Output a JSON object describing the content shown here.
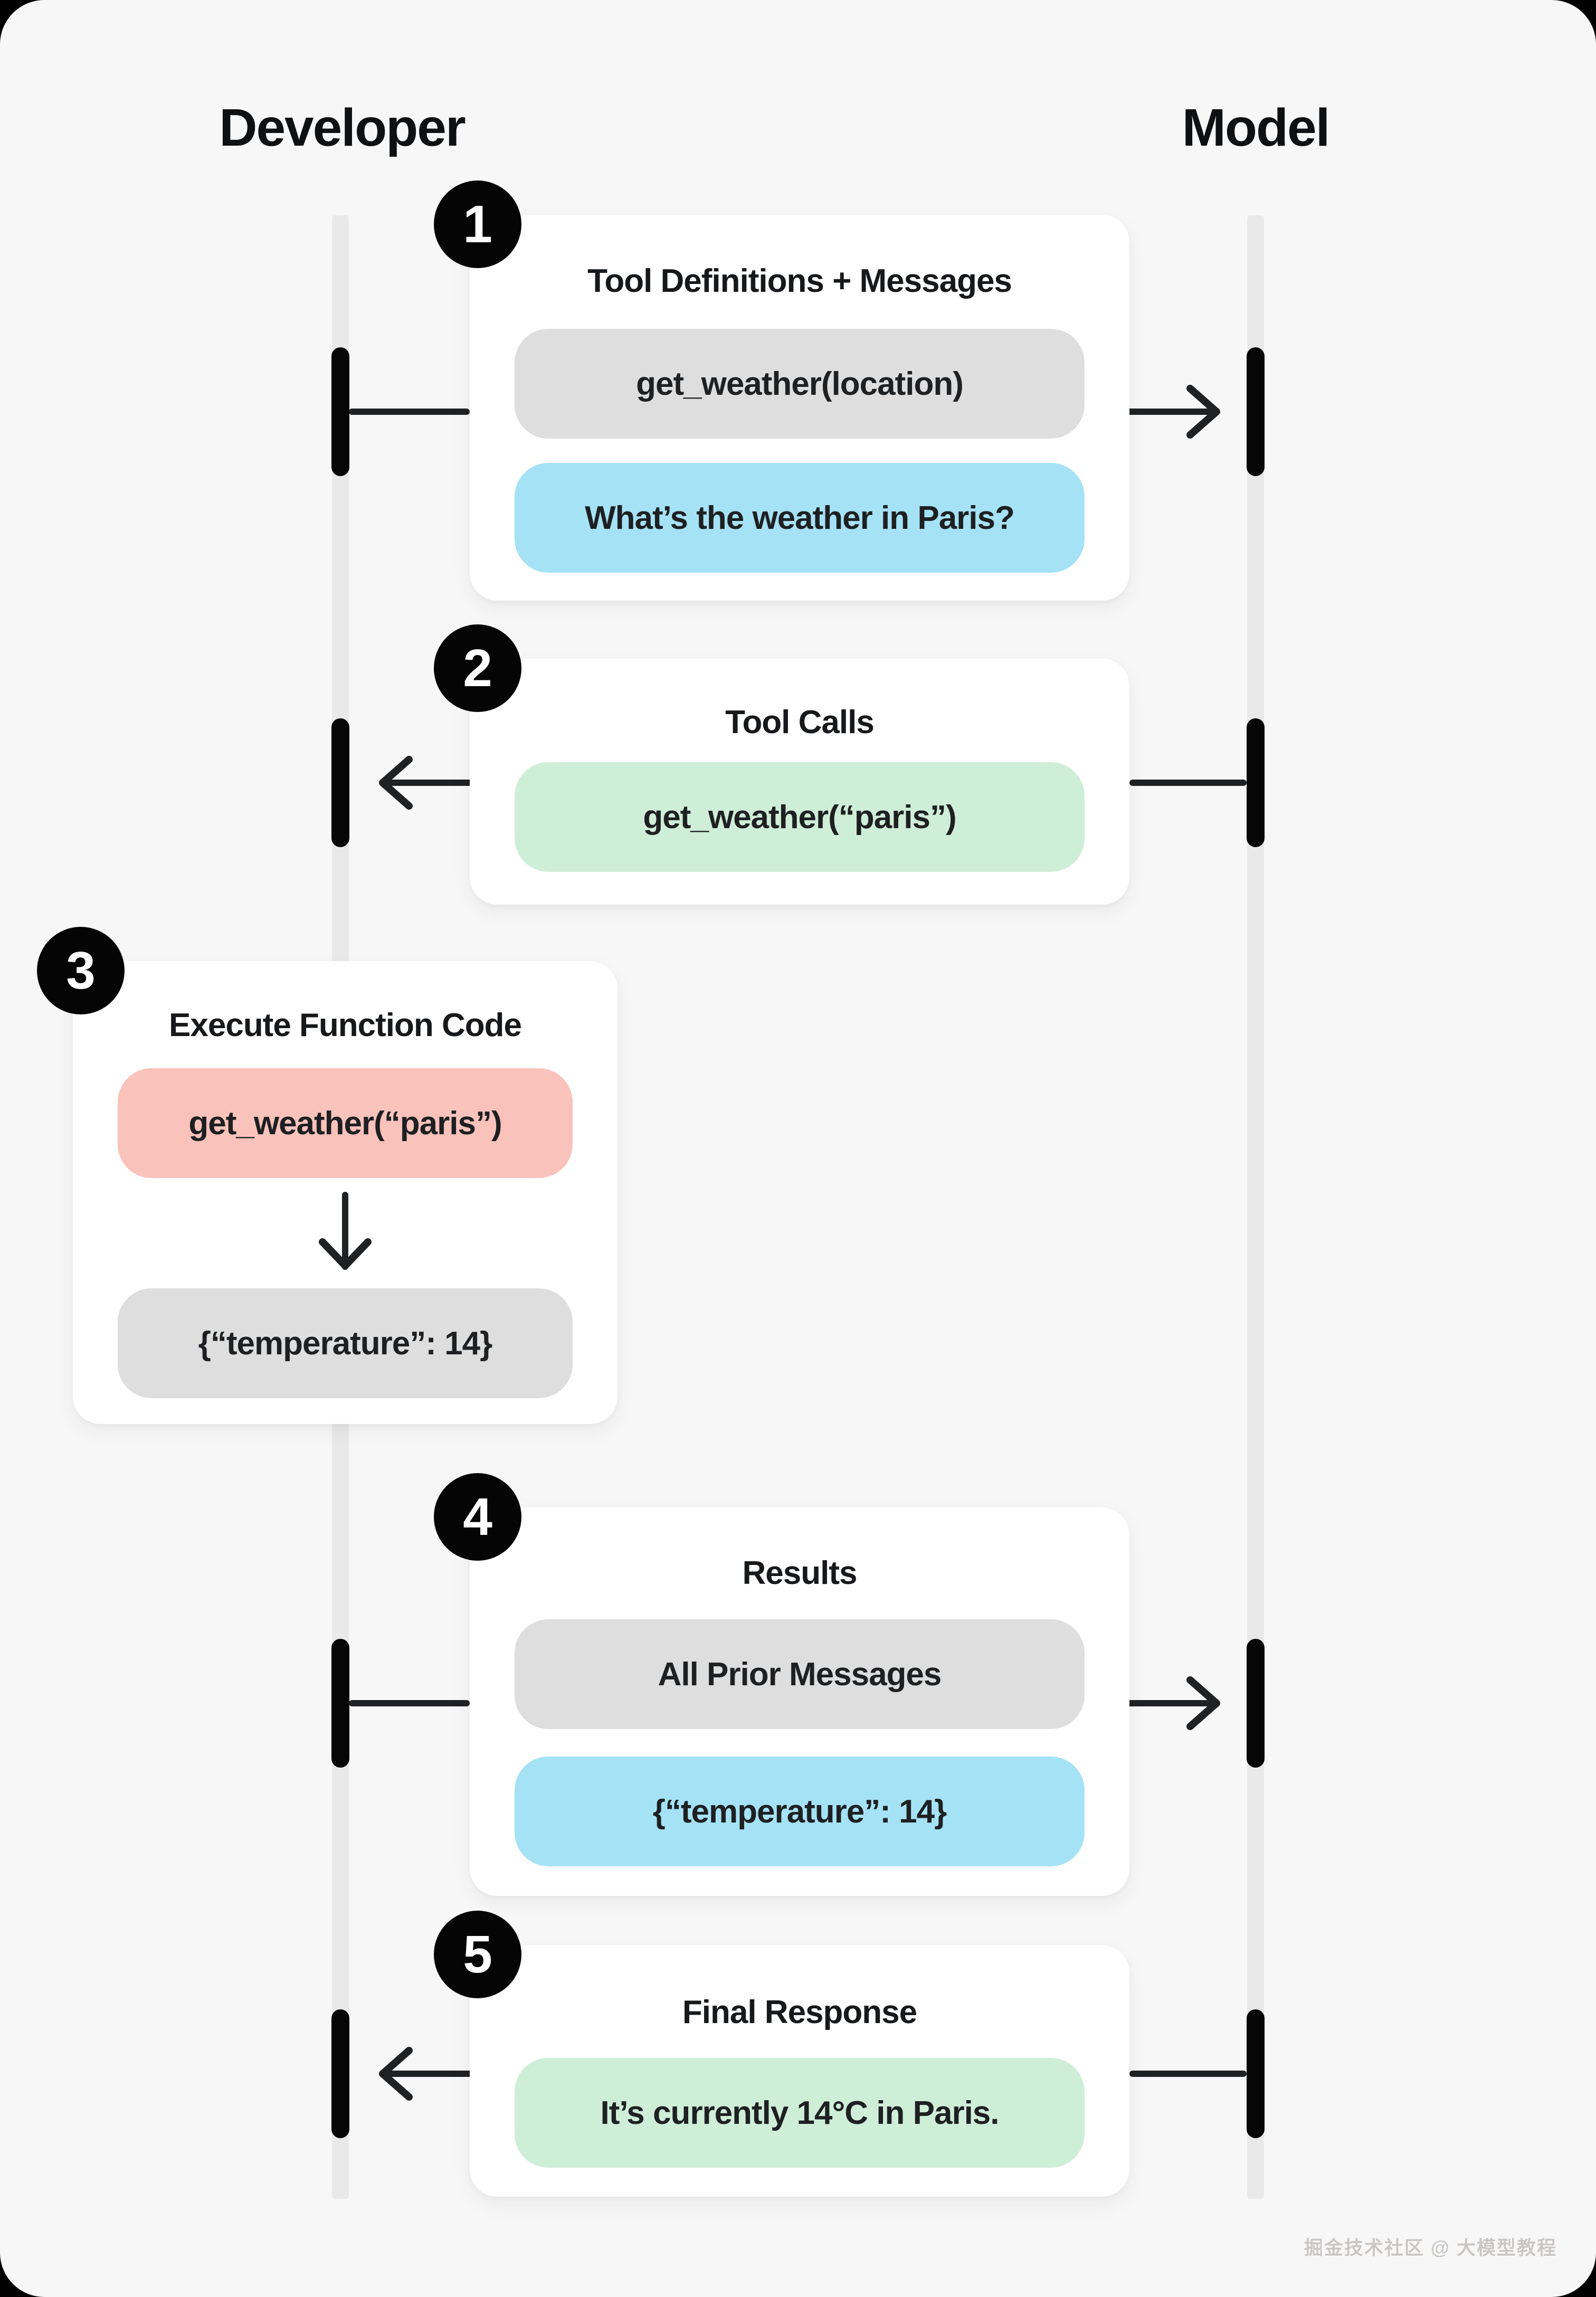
{
  "diagram": {
    "actors": [
      {
        "id": "developer",
        "label": "Developer"
      },
      {
        "id": "model",
        "label": "Model"
      }
    ],
    "steps": [
      {
        "num": "1",
        "title": "Tool Definitions + Messages",
        "direction": "developer-to-model",
        "pills": [
          {
            "kind": "tool-definition",
            "color": "gray",
            "text": "get_weather(location)"
          },
          {
            "kind": "user-message",
            "color": "blue",
            "text": "What’s the weather in Paris?"
          }
        ]
      },
      {
        "num": "2",
        "title": "Tool Calls",
        "direction": "model-to-developer",
        "pills": [
          {
            "kind": "tool-call",
            "color": "green",
            "text": "get_weather(“paris”)"
          }
        ]
      },
      {
        "num": "3",
        "title": "Execute Function Code",
        "direction": "developer-internal",
        "pills": [
          {
            "kind": "function-invocation",
            "color": "red",
            "text": "get_weather(“paris”)"
          },
          {
            "kind": "function-result",
            "color": "gray",
            "text": "{“temperature”: 14}"
          }
        ]
      },
      {
        "num": "4",
        "title": "Results",
        "direction": "developer-to-model",
        "pills": [
          {
            "kind": "prior-messages",
            "color": "gray",
            "text": "All Prior Messages"
          },
          {
            "kind": "tool-result",
            "color": "blue",
            "text": "{“temperature”: 14}"
          }
        ]
      },
      {
        "num": "5",
        "title": "Final Response",
        "direction": "model-to-developer",
        "pills": [
          {
            "kind": "assistant-message",
            "color": "green",
            "text": "It’s currently 14°C in Paris."
          }
        ]
      }
    ],
    "watermark": "掘金技术社区 @ 大模型教程",
    "palette": {
      "page_background": "#000000",
      "panel_background": "#f7f7f8",
      "card_background": "#ffffff",
      "lifeline": "#e9e9ea",
      "activation_bar": "#060607",
      "arrow": "#202123",
      "pill_gray": "#dedede",
      "pill_blue": "#a5e2f6",
      "pill_green": "#cfeed8",
      "pill_red": "#f9c2bb",
      "text": "#17181a"
    }
  }
}
